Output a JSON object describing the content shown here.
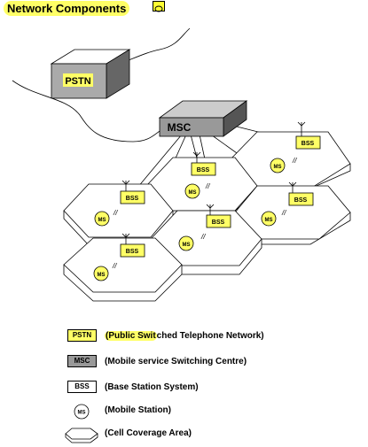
{
  "title": "Network Components",
  "colors": {
    "highlight": "#ffff66",
    "msc": "#999999",
    "pstn": "#aaaaaa",
    "cell": "#ffffff",
    "bss": "#ffff66"
  },
  "diagram": {
    "pstn": "PSTN",
    "msc": "MSC",
    "bss": "BSS",
    "ms": "MS",
    "glyph": "//"
  },
  "legend": [
    {
      "swatch": "PSTN",
      "highlight": "(Public Swit",
      "text": "ched Telephone Network)"
    },
    {
      "swatch": "MSC",
      "highlight": "",
      "text": "(Mobile service Switching Centre)"
    },
    {
      "swatch": "BSS",
      "highlight": "",
      "text": "(Base Station System)"
    },
    {
      "swatch": "MS",
      "highlight": "",
      "text": "(Mobile Station)"
    },
    {
      "swatch": "cell-hexagon",
      "highlight": "",
      "text": "(Cell Coverage Area)"
    }
  ]
}
